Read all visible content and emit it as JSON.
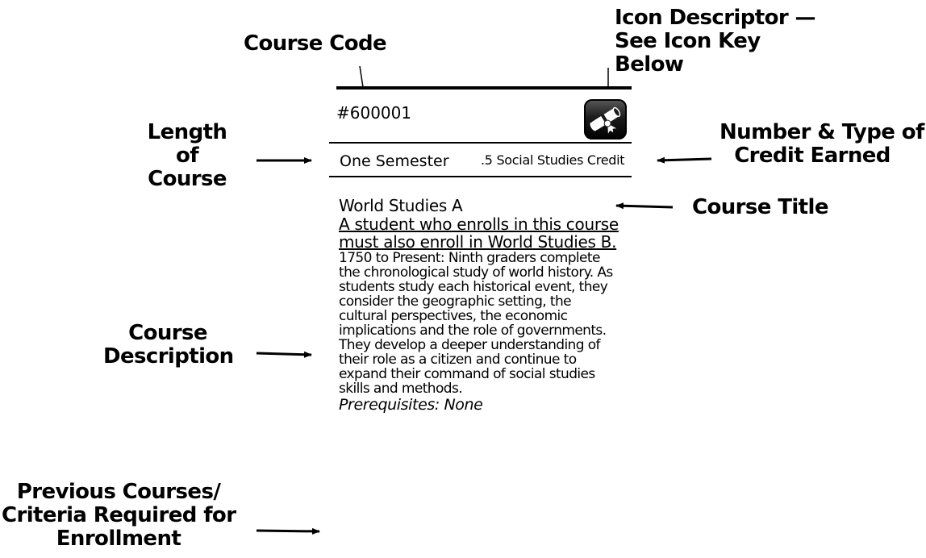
{
  "labels": {
    "course_code": "Course Code",
    "icon_descriptor_line1": "Icon Descriptor —",
    "icon_descriptor_line2": "See Icon Key",
    "icon_descriptor_line3": "Below",
    "length_line1": "Length",
    "length_line2": "of",
    "length_line3": "Course",
    "credit_line1": "Number & Type of",
    "credit_line2": "Credit Earned",
    "course_title": "Course Title",
    "description_line1": "Course",
    "description_line2": "Description",
    "prereq_line1": "Previous Courses/",
    "prereq_line2": "Criteria Required for",
    "prereq_line3": "Enrollment"
  },
  "course": {
    "code": "#600001",
    "icon": "diploma-scroll-icon",
    "length": "One Semester",
    "credit": ".5 Social Studies Credit",
    "title": "World Studies A",
    "enrollment_note": "A student who enrolls in this course must also enroll in World Studies B.",
    "description": "1750 to Present:  Ninth graders complete the chronological study of world history.  As students study each historical event, they consider the geographic setting, the cultural perspectives, the economic implications and the role of governments.  They develop a deeper understanding of their role as a citizen and continue to expand their command of social studies skills and methods.",
    "prerequisites": "Prerequisites: None"
  },
  "colors": {
    "text": "#000000",
    "background": "#ffffff",
    "icon_background": "#1c1c1c",
    "icon_glyph": "#ffffff"
  }
}
